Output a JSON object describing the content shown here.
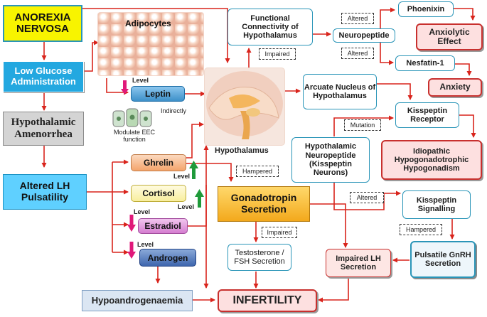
{
  "nodes": {
    "anorexia": "ANOREXIA NERVOSA",
    "low_glucose": "Low Glucose Administration",
    "hypo_amen": "Hypothalamic Amenorrhea",
    "altered_lh": "Altered LH Pulsatility",
    "adipocytes": "Adipocytes",
    "leptin": "Leptin",
    "modulate_eec": "Modulate EEC function",
    "ghrelin": "Ghrelin",
    "cortisol": "Cortisol",
    "estradiol": "Estradiol",
    "androgen": "Androgen",
    "hypoandrogenaemia": "Hypoandrogenaemia",
    "hypothalamus": "Hypothalamus",
    "func_conn": "Functional Connectivity of Hypothalamus",
    "neuropeptide": "Neuropeptide",
    "phoenixin": "Phoenixin",
    "nesfatin": "Nesfatin-1",
    "anxiolytic": "Anxiolytic Effect",
    "anxiety": "Anxiety",
    "arcuate": "Arcuate Nucleus of Hypothalamus",
    "kiss_receptor": "Kisspeptin Receptor",
    "idiopathic": "Idiopathic Hypogonadotrophic Hypogonadism",
    "hypo_neuro": "Hypothalamic Neuropeptide (Kisspeptin Neurons)",
    "gonadotropin": "Gonadotropin Secretion",
    "kiss_signal": "Kisspeptin Signalling",
    "pulsatile": "Pulsatile GnRH Secretion",
    "impaired_lh": "Impaired LH Secretion",
    "testosterone": "Testosterone / FSH Secretion",
    "infertility": "INFERTILITY"
  },
  "labels": {
    "impaired_1": "Impaired",
    "altered_1": "Altered",
    "altered_2": "Altered",
    "mutation": "Mutation",
    "hampered_1": "Hampered",
    "altered_3": "Altered",
    "hampered_2": "Hampered",
    "impaired_2": "Impaired",
    "level_leptin": "Level",
    "level_ghrelin": "Level",
    "level_cortisol": "Level",
    "level_estradiol": "Level",
    "level_androgen": "Level",
    "indirectly": "Indirectly"
  },
  "colors": {
    "arrow_red": "#d9241c",
    "teal_border": "#2a95b8",
    "level_up": "#1f9a3a",
    "level_down": "#e0197a"
  }
}
